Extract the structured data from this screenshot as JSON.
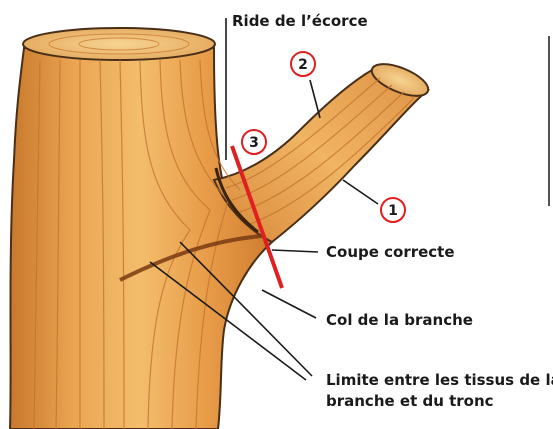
{
  "labels": {
    "bark_ridge": "Ride de l’écorce",
    "correct_cut": "Coupe correcte",
    "branch_collar": "Col de la branche",
    "boundary_line1": "Limite entre les tissus de la",
    "boundary_line2": "branche et du tronc"
  },
  "markers": {
    "m1": "1",
    "m2": "2",
    "m3": "3"
  },
  "colors": {
    "wood": "#e8a050",
    "wood_light": "#f2c27a",
    "bark": "#5a3a1e",
    "cut_line": "#e02020",
    "leader": "#1a1a1a"
  }
}
